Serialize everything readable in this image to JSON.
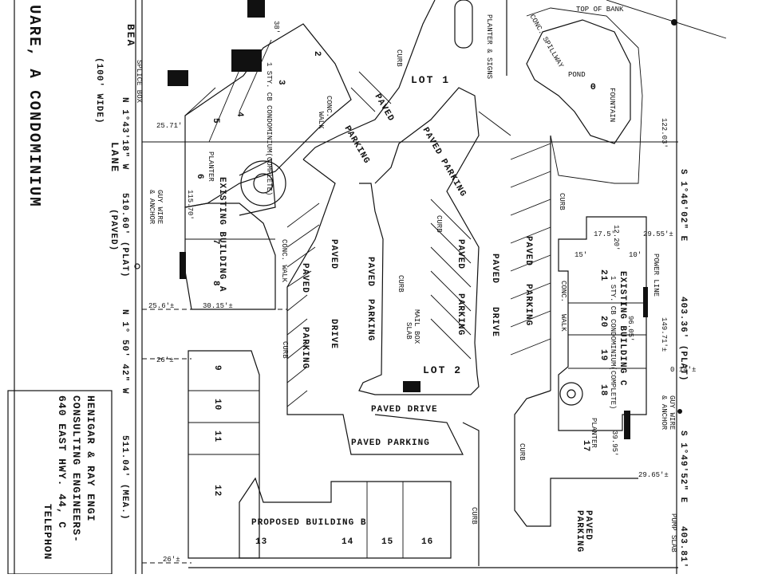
{
  "title": "UARE, A CONDOMINIUM",
  "street": {
    "name1": "BEA",
    "name2": "LANE",
    "width": "(100' WIDE)",
    "bearing": "N 1°43'18\" W",
    "dist": "510.60' (PLAT)",
    "surface": "(PAVED)"
  },
  "bearings": {
    "b2": "N 1° 50' 42\" W",
    "b2dist": "511.04' (MEA.)",
    "e1": "S 1°46'02\" E",
    "e1dist": "403.36' (PLAT)",
    "e2": "S 1°49'52\" E",
    "e2dist": "403.81'"
  },
  "labels": {
    "lot1": "LOT 1",
    "lot2": "LOT 2",
    "paved": "PAVED",
    "parking": "PARKING",
    "paved_parking": "PAVED PARKING",
    "paved_drive": "PAVED DRIVE",
    "drive": "DRIVE",
    "curb": "CURB",
    "conc": "CONC.",
    "walk": "WALK",
    "conc_walk": "CONC. WALK",
    "planter": "PLANTER",
    "planter_signs": "PLANTER & SIGNS",
    "mailbox": "MAIL BOX",
    "slab": "SLAB",
    "pond": "POND",
    "fountain": "FOUNTAIN",
    "top_bank": "TOP OF BANK",
    "conc_spillway": "CONC. SPILLWAY",
    "power_line": "POWER LINE",
    "guy_wire": "GUY WIRE",
    "anchor": "& ANCHOR",
    "splice_box": "SPLICE BOX",
    "pump_slab": "PUMP SLAB",
    "bldg_a": "EXISTING BUILDING A",
    "bldg_c": "EXISTING BUILDING C",
    "bldg_c_sub": "1 STY. CB CONDOMINIUM(COMPLETE)",
    "bldg_top_sub": "1 STY. CB CONDOMINIUM(COMPLETE)",
    "bldg_b": "PROPOSED BUILDING B"
  },
  "units": {
    "a": [
      "7",
      "8",
      "6",
      "5",
      "4",
      "3",
      "2"
    ],
    "c": [
      "21",
      "20",
      "19",
      "18",
      "17"
    ],
    "b": [
      "9",
      "10",
      "11",
      "12",
      "13",
      "14",
      "15",
      "16"
    ]
  },
  "dims": {
    "d1": "25.71'",
    "d2": "25.6'±",
    "d3": "30.15'±",
    "d4": "26'±",
    "d5": "26'±",
    "d6": "115.70'",
    "d7": "17.5'",
    "d8": "12.20'",
    "d9": "15'",
    "d10": "10'",
    "d11": "29.55'±",
    "d12": "96.05'",
    "d13": "149.71'±",
    "d14": "0.14'±",
    "d15": "39.95'",
    "d16": "29.65'±",
    "d17": "122.03'",
    "d18": "38'"
  },
  "titleblock": {
    "l1": "HENIGAR & RAY ENGI",
    "l2": "CONSULTING ENGINEERS-",
    "l3": "640 EAST HWY. 44, C",
    "l4": "TELEPHON"
  }
}
